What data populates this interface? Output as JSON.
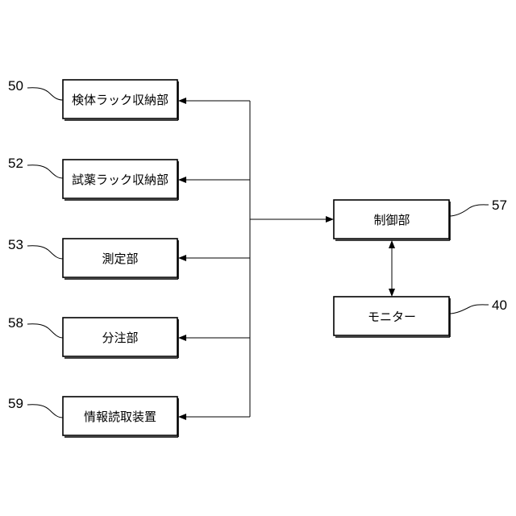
{
  "blocks": [
    {
      "id": "sample-rack-storage",
      "label": "検体ラック収納部",
      "ref": "50"
    },
    {
      "id": "reagent-rack-storage",
      "label": "試薬ラック収納部",
      "ref": "52"
    },
    {
      "id": "measurement-unit",
      "label": "測定部",
      "ref": "53"
    },
    {
      "id": "dispensing-unit",
      "label": "分注部",
      "ref": "58"
    },
    {
      "id": "information-reader",
      "label": "情報読取装置",
      "ref": "59"
    },
    {
      "id": "control-unit",
      "label": "制御部",
      "ref": "57"
    },
    {
      "id": "monitor",
      "label": "モニター",
      "ref": "40"
    }
  ]
}
